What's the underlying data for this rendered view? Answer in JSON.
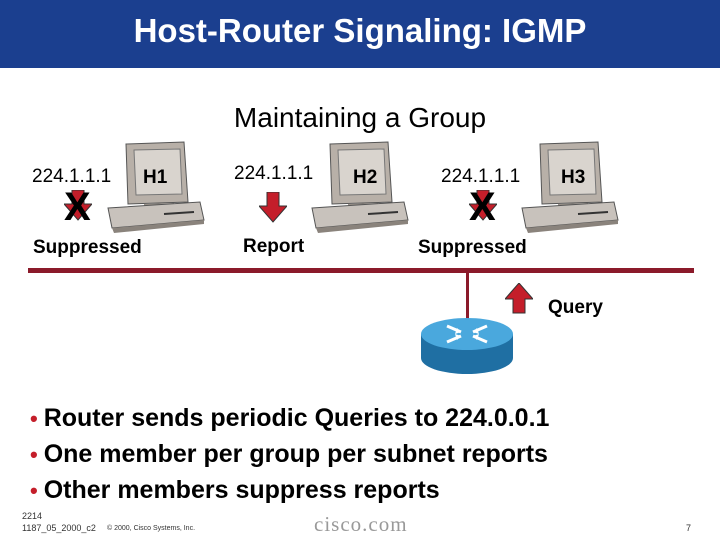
{
  "title": "Host-Router Signaling: IGMP",
  "subtitle": "Maintaining a Group",
  "hosts": [
    {
      "name": "H1",
      "group": "224.1.1.1",
      "status": "Suppressed"
    },
    {
      "name": "H2",
      "group": "224.1.1.1",
      "status": "Report"
    },
    {
      "name": "H3",
      "group": "224.1.1.1",
      "status": "Suppressed"
    }
  ],
  "router": {
    "signal": "Query"
  },
  "suppress_mark": "X",
  "bullets": [
    "Router sends periodic Queries to 224.0.0.1",
    "One member per group per subnet reports",
    "Other members suppress reports"
  ],
  "footer": {
    "code_line1": "2214",
    "code_line2": "1187_05_2000_c2",
    "copyright": "© 2000, Cisco Systems, Inc.",
    "logo": "cisco.com",
    "page": "7"
  },
  "colors": {
    "title_bar": "#1b3f8f",
    "arrow": "#c41e2a",
    "bus": "#8b1a2a",
    "router": "#2b8fc9",
    "monitor": "#b8b0a8"
  }
}
